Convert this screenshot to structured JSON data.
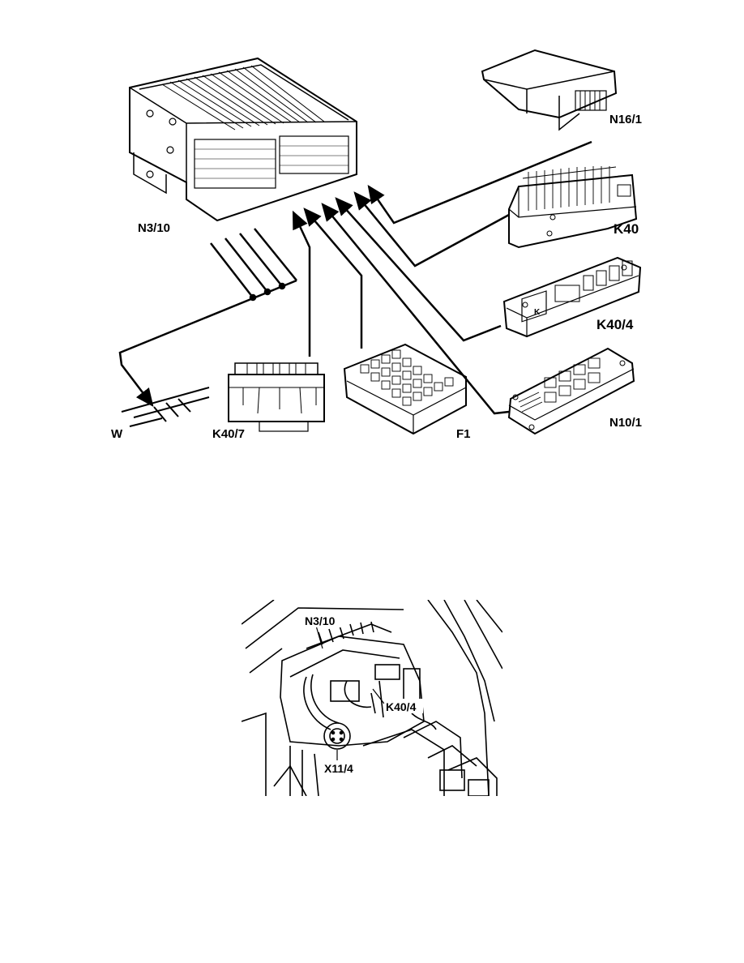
{
  "top_diagram": {
    "labels": {
      "n3_10": "N3/10",
      "n16_1": "N16/1",
      "k40": "K40",
      "k40_4": "K40/4",
      "n10_1": "N10/1",
      "f1": "F1",
      "k40_7": "K40/7",
      "w": "W"
    }
  },
  "location_view": {
    "labels": {
      "n3_10": "N3/10",
      "k40_4": "K40/4",
      "x11_4": "X11/4"
    }
  },
  "colors": {
    "line": "#000000",
    "background": "#ffffff"
  }
}
